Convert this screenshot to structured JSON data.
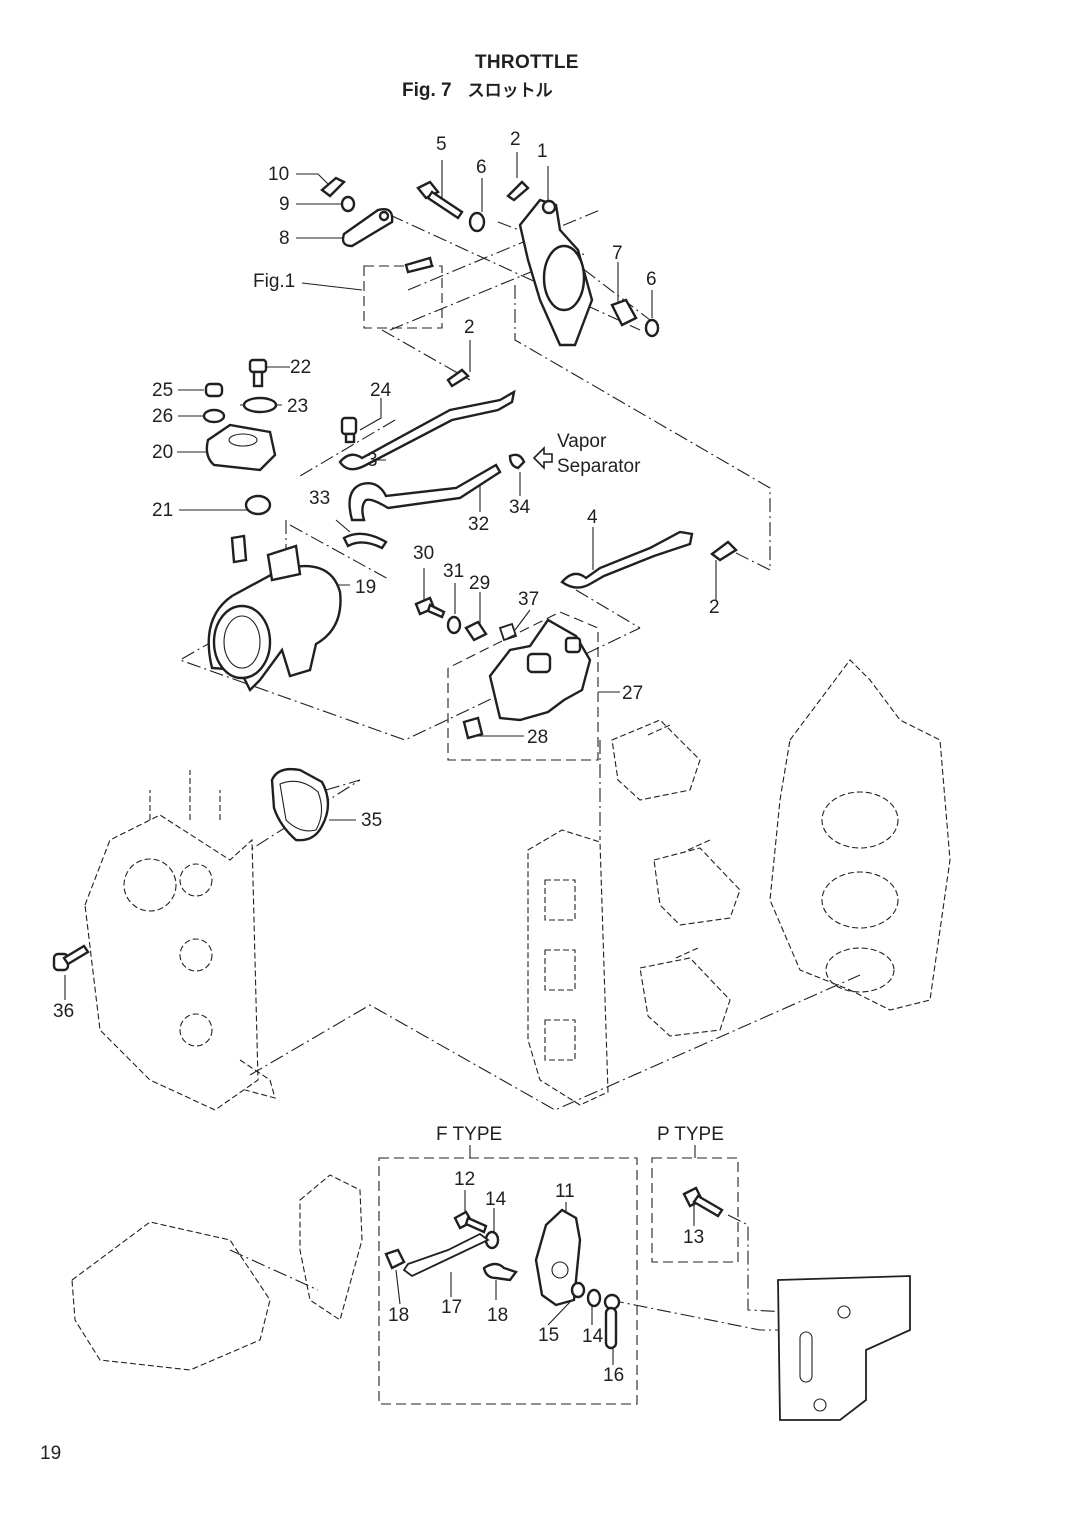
{
  "header": {
    "title": "THROTTLE",
    "figure": "Fig. 7",
    "figure_jp": "スロットル"
  },
  "callouts": {
    "c1": "1",
    "c2a": "2",
    "c2b": "2",
    "c2c": "2",
    "c3": "3",
    "c4": "4",
    "c5": "5",
    "c6a": "6",
    "c6b": "6",
    "c7": "7",
    "c8": "8",
    "c9": "9",
    "c10": "10",
    "c11": "11",
    "c12": "12",
    "c13": "13",
    "c14a": "14",
    "c14b": "14",
    "c15": "15",
    "c16": "16",
    "c17": "17",
    "c18a": "18",
    "c18b": "18",
    "c19": "19",
    "c20": "20",
    "c21": "21",
    "c22": "22",
    "c23": "23",
    "c24": "24",
    "c25": "25",
    "c26": "26",
    "c27": "27",
    "c28": "28",
    "c29": "29",
    "c30": "30",
    "c31": "31",
    "c32": "32",
    "c33": "33",
    "c34": "34",
    "c35": "35",
    "c36": "36",
    "c37": "37"
  },
  "references": {
    "fig1": "Fig.1",
    "vapor_line1": "Vapor",
    "vapor_line2": "Separator"
  },
  "variants": {
    "f_type": "F TYPE",
    "p_type": "P TYPE"
  },
  "footer": {
    "page_number": "19"
  }
}
